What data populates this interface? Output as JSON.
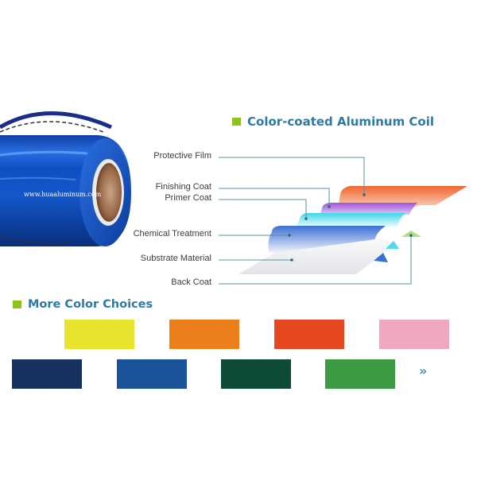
{
  "diagram": {
    "title": "Color-coated Aluminum Coil",
    "watermark": "www.huaaluminum.com",
    "accent_color": "#2f7aa3",
    "bullet_color": "#8dc21f",
    "layers": [
      {
        "label": "Protective Film",
        "color": "#f0662e"
      },
      {
        "label": "Finishing Coat",
        "color": "#a259d9"
      },
      {
        "label": "Primer Coat",
        "color": "#55d8e8"
      },
      {
        "label": "Chemical Treatment",
        "color": "#3a6fd0"
      },
      {
        "label": "Substrate Material",
        "color": "#e4e6ea"
      },
      {
        "label": "Back Coat",
        "color": "#a8e08a"
      }
    ]
  },
  "color_choices": {
    "title": "More Color Choices",
    "more_icon": "»",
    "swatches": [
      {
        "name": "yellow",
        "color": "#e8e42e"
      },
      {
        "name": "orange",
        "color": "#ea7f1c"
      },
      {
        "name": "red-orange",
        "color": "#e5481f"
      },
      {
        "name": "pink",
        "color": "#eda7bf"
      },
      {
        "name": "navy",
        "color": "#17325f"
      },
      {
        "name": "blue",
        "color": "#1b5298"
      },
      {
        "name": "dark-green",
        "color": "#0d4b34"
      },
      {
        "name": "green",
        "color": "#3d9a45"
      }
    ]
  }
}
